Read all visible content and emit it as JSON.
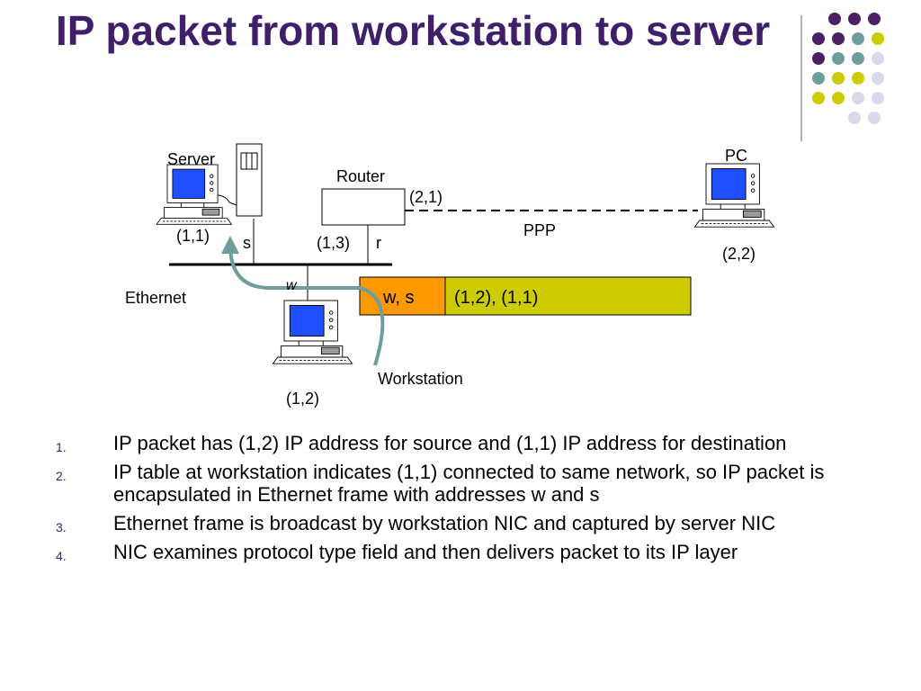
{
  "slide": {
    "title": "IP packet from workstation to server"
  },
  "colors": {
    "title": "#3f1f69",
    "dot_purple": "#4b2064",
    "dot_teal": "#6f9c9c",
    "dot_yellow": "#cccc00",
    "dot_lavender": "#d9d9ea",
    "frame_header": "#ff9900",
    "frame_body": "#cccc00",
    "arrow": "#6f9c9c",
    "screen": "#1f4fff"
  },
  "diagram": {
    "server_label": "Server",
    "router_label": "Router",
    "pc_label": "PC",
    "workstation_label": "Workstation",
    "ethernet_label": "Ethernet",
    "ppp_label": "PPP",
    "addr_server": "(1,1)",
    "addr_router_eth": "(1,3)",
    "addr_router_ppp": "(2,1)",
    "addr_pc": "(2,2)",
    "addr_workstation": "(1,2)",
    "nic_server": "s",
    "nic_router": "r",
    "nic_workstation": "w",
    "frame_header_text": "w, s",
    "frame_body_text": "(1,2), (1,1)"
  },
  "bullets": [
    {
      "num": "1.",
      "text": "IP packet has (1,2) IP address for source and (1,1) IP address for destination"
    },
    {
      "num": "2.",
      "text": "IP table at workstation indicates (1,1) connected to same network, so IP packet is encapsulated in Ethernet frame with addresses w and s"
    },
    {
      "num": "3.",
      "text": "Ethernet frame is broadcast by workstation NIC and captured by server NIC"
    },
    {
      "num": "4.",
      "text": "NIC examines protocol type field and then delivers packet to its IP layer"
    }
  ]
}
